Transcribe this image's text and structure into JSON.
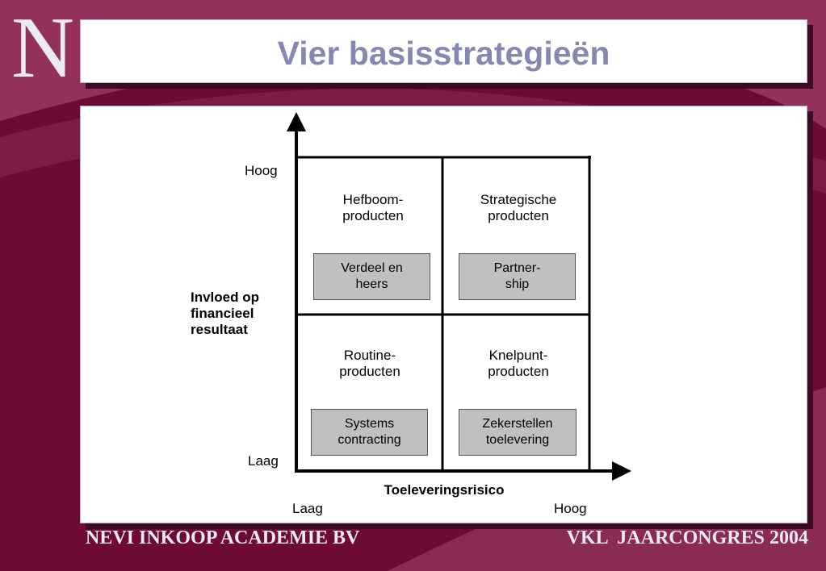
{
  "logo": {
    "letter": "N"
  },
  "title": "Vier basisstrategieën",
  "diagram": {
    "y_axis": {
      "label": "Invloed op financieel resultaat",
      "high": "Hoog",
      "low": "Laag"
    },
    "x_axis": {
      "label": "Toeleveringsrisico",
      "low": "Laag",
      "high": "Hoog"
    },
    "quadrants": {
      "top_left": {
        "name": "Hefboom- producten",
        "strategy": "Verdeel en heers"
      },
      "top_right": {
        "name": "Strategische producten",
        "strategy": "Partner- ship"
      },
      "bottom_left": {
        "name": "Routine- producten",
        "strategy": "Systems contracting"
      },
      "bottom_right": {
        "name": "Knelpunt- producten",
        "strategy": "Zekerstellen toelevering"
      }
    }
  },
  "footer": {
    "left": "NEVI INKOOP ACADEMIE BV",
    "right": "VKL  JAARCONGRES 2004"
  },
  "colors": {
    "background": "#6e0a36",
    "title": "#8788b2",
    "box_fill": "#c0c0c0"
  }
}
